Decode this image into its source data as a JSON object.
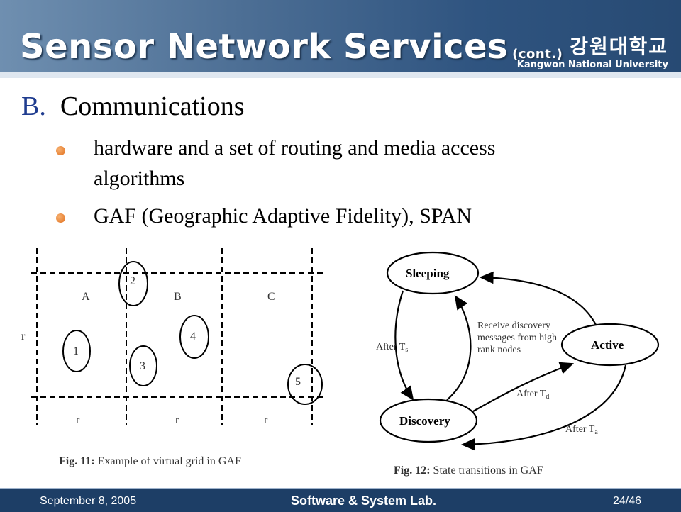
{
  "header": {
    "title": "Sensor Network Services",
    "title_suffix": "(cont.)",
    "university_korean": "강원대학교",
    "university_english": "Kangwon National University"
  },
  "content": {
    "heading_marker": "B.",
    "heading": "Communications",
    "bullets": [
      "hardware and a set of routing and media access",
      "algorithms",
      "GAF (Geographic Adaptive Fidelity), SPAN"
    ]
  },
  "fig11": {
    "caption_label": "Fig. 11:",
    "caption_text": "Example of virtual grid in GAF",
    "cells": [
      "A",
      "B",
      "C"
    ],
    "nodes": [
      "1",
      "2",
      "3",
      "4",
      "5"
    ],
    "r_label": "r"
  },
  "fig12": {
    "caption_label": "Fig. 12:",
    "caption_text": "State transitions in GAF",
    "states": [
      "Sleeping",
      "Discovery",
      "Active"
    ],
    "edge_labels": {
      "after_ts": "After T",
      "ts_sub": "s",
      "after_td": "After T",
      "td_sub": "d",
      "after_ta": "After T",
      "ta_sub": "a",
      "receive_1": "Receive discovery",
      "receive_2": "messages from high",
      "receive_3": "rank nodes"
    }
  },
  "footer": {
    "date": "September 8, 2005",
    "lab": "Software & System Lab.",
    "page": "24/46"
  }
}
